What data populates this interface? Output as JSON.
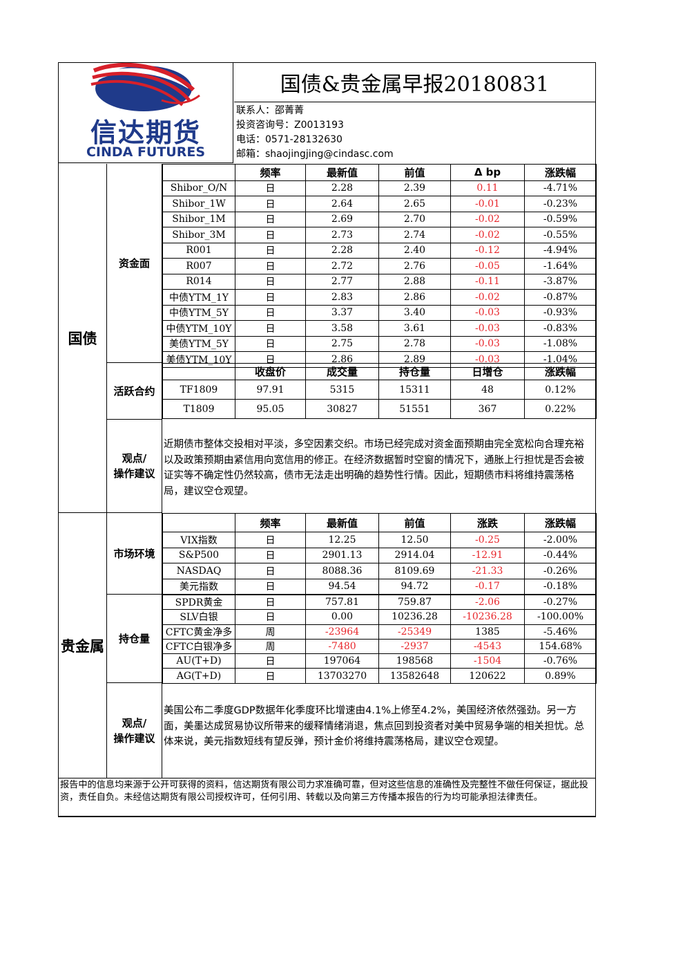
{
  "header": {
    "logo_cn": "信达期货",
    "logo_en": "CINDA FUTURES",
    "title": "国债&贵金属早报20180831",
    "contact": "联系人：邵菁菁",
    "license": "投资咨询号：Z0013193",
    "phone": "电话：0571-28132630",
    "email": "邮箱：shaojingjing@cindasc.com"
  },
  "colors": {
    "negative": "#e8262b",
    "logo_blue": "#1f3a8a",
    "logo_red": "#d7202a"
  },
  "bond": {
    "section": "国债",
    "funding": {
      "label": "资金面",
      "headers": [
        "",
        "频率",
        "最新值",
        "前值",
        "Δ bp",
        "涨跌幅"
      ],
      "rows": [
        [
          "Shibor_O/N",
          "日",
          "2.28",
          "2.39",
          "0.11",
          "-4.71%"
        ],
        [
          "Shibor_1W",
          "日",
          "2.64",
          "2.65",
          "-0.01",
          "-0.23%"
        ],
        [
          "Shibor_1M",
          "日",
          "2.69",
          "2.70",
          "-0.02",
          "-0.59%"
        ],
        [
          "Shibor_3M",
          "日",
          "2.73",
          "2.74",
          "-0.02",
          "-0.55%"
        ],
        [
          "R001",
          "日",
          "2.28",
          "2.40",
          "-0.12",
          "-4.94%"
        ],
        [
          "R007",
          "日",
          "2.72",
          "2.76",
          "-0.05",
          "-1.64%"
        ],
        [
          "R014",
          "日",
          "2.77",
          "2.88",
          "-0.11",
          "-3.87%"
        ],
        [
          "中债YTM_1Y",
          "日",
          "2.83",
          "2.86",
          "-0.02",
          "-0.87%"
        ],
        [
          "中债YTM_5Y",
          "日",
          "3.37",
          "3.40",
          "-0.03",
          "-0.93%"
        ],
        [
          "中债YTM_10Y",
          "日",
          "3.58",
          "3.61",
          "-0.03",
          "-0.83%"
        ],
        [
          "美债YTM_5Y",
          "日",
          "2.75",
          "2.78",
          "-0.03",
          "-1.08%"
        ],
        [
          "美债YTM_10Y",
          "日",
          "2.86",
          "2.89",
          "-0.03",
          "-1.04%"
        ]
      ]
    },
    "contracts": {
      "label": "活跃合约",
      "headers": [
        "",
        "收盘价",
        "成交量",
        "持仓量",
        "日增仓",
        "涨跌幅"
      ],
      "rows": [
        [
          "TF1809",
          "97.91",
          "5315",
          "15311",
          "48",
          "0.12%"
        ],
        [
          "T1809",
          "95.05",
          "30827",
          "51551",
          "367",
          "0.22%"
        ]
      ]
    },
    "view": {
      "label": "观点/\n操作建议",
      "text": "近期债市整体交投相对平淡，多空因素交织。市场已经完成对资金面预期由完全宽松向合理充裕以及政策预期由紧信用向宽信用的修正。在经济数据暂时空窗的情况下，通胀上行担忧是否会被证实等不确定性仍然较高，债市无法走出明确的趋势性行情。因此，短期债市料将维持震荡格局，建议空仓观望。"
    }
  },
  "metals": {
    "section": "贵金属",
    "market": {
      "label": "市场环境",
      "headers": [
        "",
        "频率",
        "最新值",
        "前值",
        "涨跌",
        "涨跌幅"
      ],
      "rows": [
        [
          "VIX指数",
          "日",
          "12.25",
          "12.50",
          "-0.25",
          "-2.00%"
        ],
        [
          "S&P500",
          "日",
          "2901.13",
          "2914.04",
          "-12.91",
          "-0.44%"
        ],
        [
          "NASDAQ",
          "日",
          "8088.36",
          "8109.69",
          "-21.33",
          "-0.26%"
        ],
        [
          "美元指数",
          "日",
          "94.54",
          "94.72",
          "-0.17",
          "-0.18%"
        ]
      ]
    },
    "positions": {
      "label": "持仓量",
      "rows": [
        [
          "SPDR黄金",
          "日",
          "757.81",
          "759.87",
          "-2.06",
          "-0.27%"
        ],
        [
          "SLV白银",
          "日",
          "0.00",
          "10236.28",
          "-10236.28",
          "-100.00%"
        ],
        [
          "CFTC黄金净多",
          "周",
          "-23964",
          "-25349",
          "1385",
          "-5.46%"
        ],
        [
          "CFTC白银净多",
          "周",
          "-7480",
          "-2937",
          "-4543",
          "154.68%"
        ],
        [
          "AU(T+D)",
          "日",
          "197064",
          "198568",
          "-1504",
          "-0.76%"
        ],
        [
          "AG(T+D)",
          "日",
          "13703270",
          "13582648",
          "120622",
          "0.89%"
        ]
      ]
    },
    "view": {
      "label": "观点/\n操作建议",
      "text": "美国公布二季度GDP数据年化季度环比增速由4.1%上修至4.2%，美国经济依然强劲。另一方面，美墨达成贸易协议所带来的缓释情绪消退，焦点回到投资者对美中贸易争端的相关担忧。总体来说，美元指数短线有望反弹，预计金价将维持震荡格局，建议空仓观望。"
    }
  },
  "disclaimer": "报告中的信息均来源于公开可获得的资料，信达期货有限公司力求准确可靠，但对这些信息的准确性及完整性不做任何保证，据此投资，责任自负。未经信达期货有限公司授权许可，任何引用、转载以及向第三方传播本报告的行为均可能承担法律责任。"
}
